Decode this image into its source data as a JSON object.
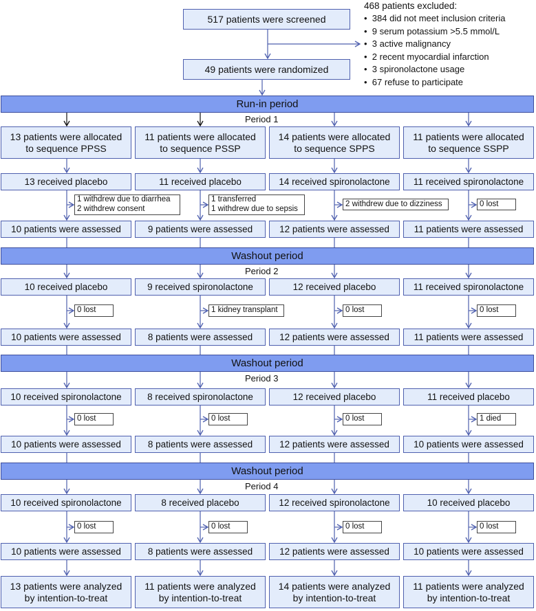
{
  "top": {
    "screened": "517 patients were screened",
    "randomized": "49 patients were randomized",
    "excluded_title": "468 patients excluded:",
    "excluded_items": [
      "384 did not meet inclusion criteria",
      "9 serum potassium >5.5 mmol/L",
      "3 active malignancy",
      "2 recent myocardial infarction",
      "3 spironolactone usage",
      "67 refuse to participate"
    ]
  },
  "bands": {
    "run_in": "Run-in period",
    "washout_1": "Washout period",
    "washout_2": "Washout period",
    "washout_3": "Washout period"
  },
  "period_labels": [
    "Period 1",
    "Period 2",
    "Period 3",
    "Period 4"
  ],
  "allocation": [
    {
      "line1": "13 patients were allocated",
      "line2": "to sequence PPSS"
    },
    {
      "line1": "11 patients were allocated",
      "line2": "to sequence PSSP"
    },
    {
      "line1": "14 patients were allocated",
      "line2": "to sequence SPPS"
    },
    {
      "line1": "11 patients were allocated",
      "line2": "to sequence SSPP"
    }
  ],
  "periods": [
    {
      "received": [
        "13 received placebo",
        "11 received placebo",
        "14 received spironolactone",
        "11 received spironolactone"
      ],
      "lost": [
        [
          "1 withdrew due to diarrhea",
          "2 withdrew consent"
        ],
        [
          "1 transferred",
          "1 withdrew due to sepsis"
        ],
        [
          "2 withdrew due to dizziness"
        ],
        [
          "0 lost"
        ]
      ],
      "assessed": [
        "10 patients were assessed",
        "9 patients were assessed",
        "12 patients were assessed",
        "11 patients were assessed"
      ]
    },
    {
      "received": [
        "10 received placebo",
        "9 received spironolactone",
        "12 received placebo",
        "11 received spironolactone"
      ],
      "lost": [
        [
          "0 lost"
        ],
        [
          "1 kidney transplant"
        ],
        [
          "0 lost"
        ],
        [
          "0 lost"
        ]
      ],
      "assessed": [
        "10 patients were assessed",
        "8 patients were assessed",
        "12 patients were assessed",
        "11 patients were assessed"
      ]
    },
    {
      "received": [
        "10 received spironolactone",
        "8 received spironolactone",
        "12 received placebo",
        "11 received placebo"
      ],
      "lost": [
        [
          "0 lost"
        ],
        [
          "0 lost"
        ],
        [
          "0 lost"
        ],
        [
          "1 died"
        ]
      ],
      "assessed": [
        "10 patients were assessed",
        "8 patients were assessed",
        "12 patients were assessed",
        "10 patients were assessed"
      ]
    },
    {
      "received": [
        "10 received spironolactone",
        "8 received placebo",
        "12 received spironolactone",
        "10 received placebo"
      ],
      "lost": [
        [
          "0 lost"
        ],
        [
          "0 lost"
        ],
        [
          "0 lost"
        ],
        [
          "0 lost"
        ]
      ],
      "assessed": [
        "10 patients were assessed",
        "8 patients were assessed",
        "12 patients were assessed",
        "10 patients were assessed"
      ]
    }
  ],
  "analyzed": [
    {
      "line1": "13 patients were analyzed",
      "line2": "by intention-to-treat"
    },
    {
      "line1": "11 patients were analyzed",
      "line2": "by intention-to-treat"
    },
    {
      "line1": "14 patients were analyzed",
      "line2": "by intention-to-treat"
    },
    {
      "line1": "11 patients were analyzed",
      "line2": "by intention-to-treat"
    }
  ],
  "colors": {
    "box_fill": "#e3ecfb",
    "box_border": "#4e5fae",
    "band_fill": "#7f9cf0",
    "arrow": "#4e5fae"
  }
}
